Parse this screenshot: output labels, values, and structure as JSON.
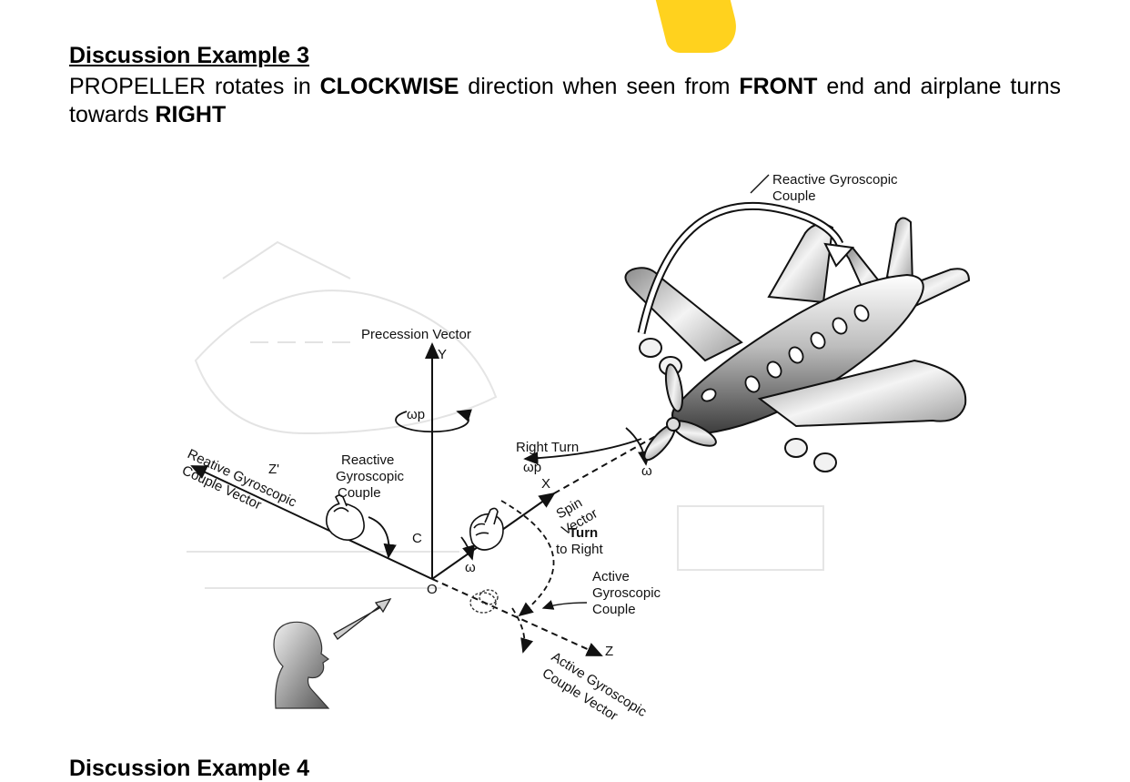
{
  "heading": "Discussion Example 3",
  "paragraph": {
    "t1": "PROPELLER rotates in ",
    "b1": "CLOCKWISE",
    "t2": " direction when seen from ",
    "b2": "FRONT",
    "t3": " end and airplane turns towards ",
    "b3": "RIGHT"
  },
  "figure": {
    "labels": {
      "reactive_couple_top_1": "Reactive Gyroscopic",
      "reactive_couple_top_2": "Couple",
      "precession_vector": "Precession Vector",
      "y_axis": "Y",
      "omega_p_top": "ωp",
      "right_turn": "Right Turn",
      "omega_p_right": "ωp",
      "omega_prop": "ω",
      "x_axis": "X",
      "spin_vector_1": "Spin",
      "spin_vector_2": "Vector",
      "reactive_couple_mid_1": "Reactive",
      "reactive_couple_mid_2": "Gyroscopic",
      "reactive_couple_mid_3": "Couple",
      "z_prime_axis": "Z'",
      "reactive_couple_vector_1": "Reative Gyroscopic",
      "reactive_couple_vector_2": "Couple Vector",
      "c_label": "C",
      "origin": "O",
      "omega_hand": "ω",
      "turn_1": "Turn",
      "turn_2": "to Right",
      "active_couple_1": "Active",
      "active_couple_2": "Gyroscopic",
      "active_couple_3": "Couple",
      "z_axis": "Z",
      "active_vector_1": "Active Gyroscopic",
      "active_vector_2": "Couple Vector"
    }
  },
  "next_heading": "Discussion Example 4"
}
